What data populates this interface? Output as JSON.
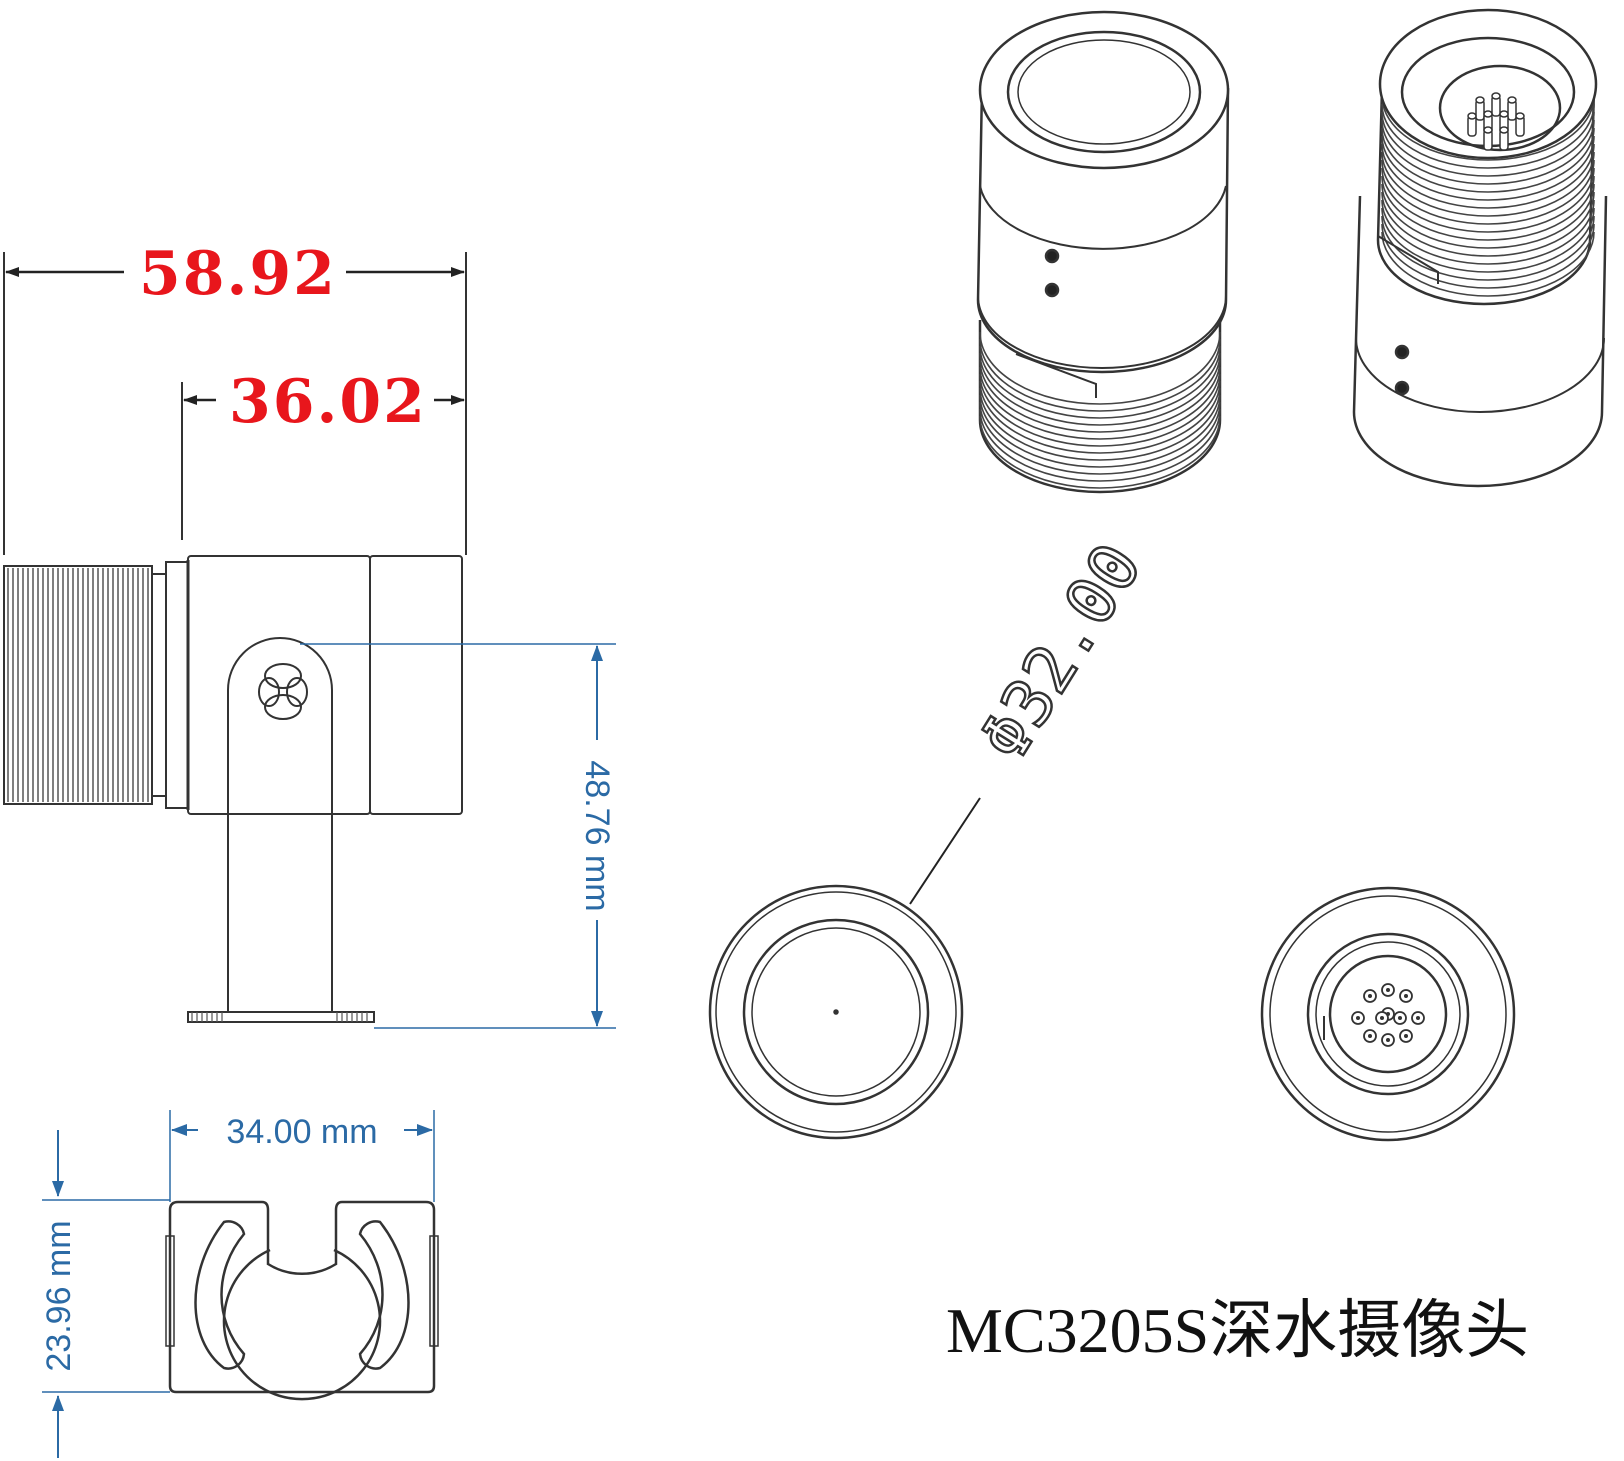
{
  "colors": {
    "red_dimension": "#e8161c",
    "blue_dimension": "#2b6aa5",
    "line": "#333333"
  },
  "dimensions": {
    "overall_length": "58.92",
    "body_length": "36.02",
    "height_to_base": "48.76 mm",
    "bracket_width": "34.00 mm",
    "bracket_depth": "23.96 mm",
    "diameter": "Φ32.00"
  },
  "title": "MC3205S深水摄像头"
}
